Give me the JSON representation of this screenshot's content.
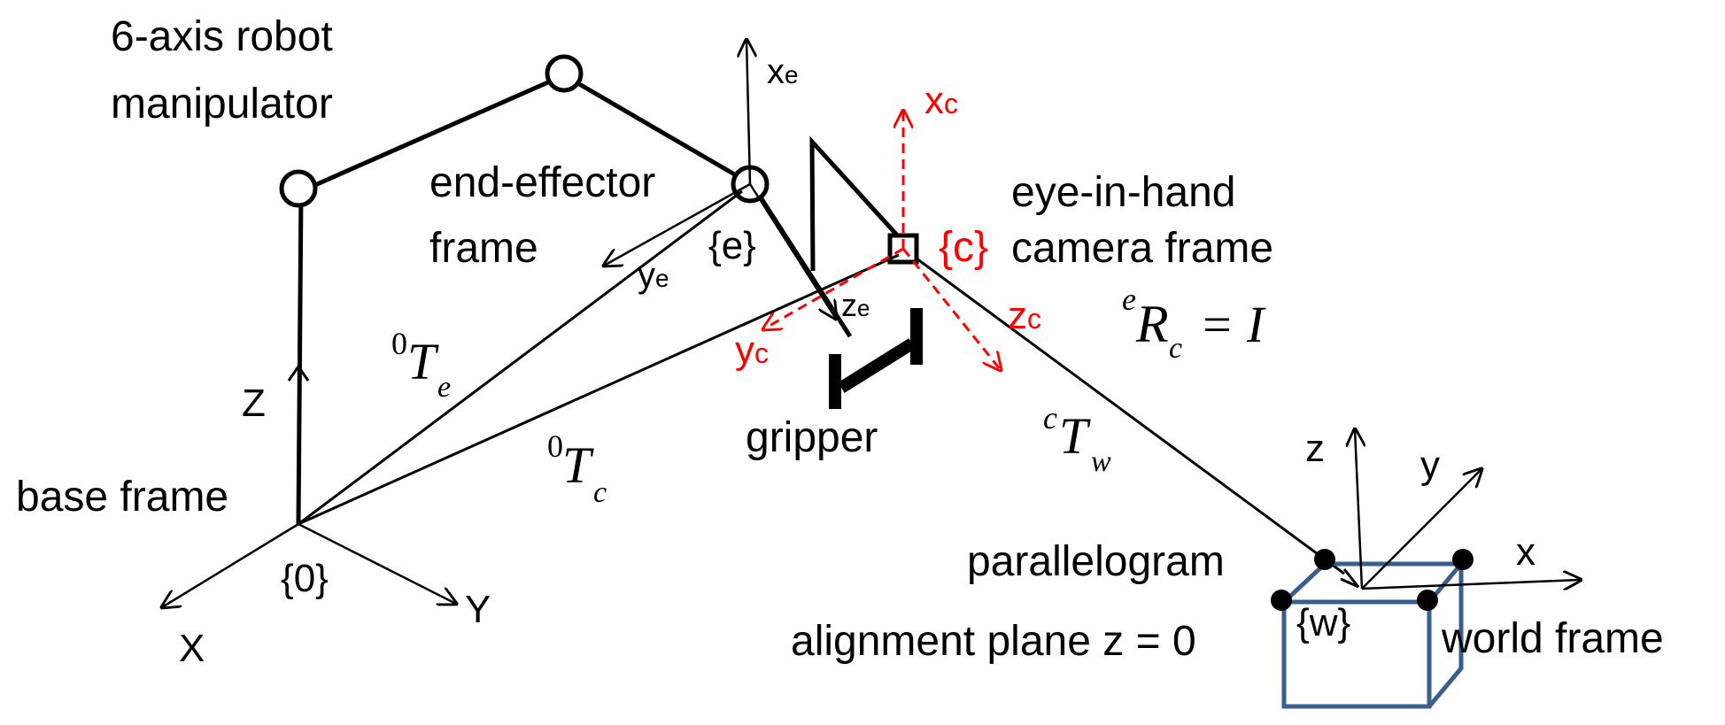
{
  "labels": {
    "robot_line1": "6-axis robot",
    "robot_line2": "manipulator",
    "end_effector_line1": "end-effector",
    "end_effector_line2": "frame",
    "frame_e": "{e}",
    "frame_c": "{c}",
    "frame_0": "{0}",
    "frame_w": "{w}",
    "camera_line1": "eye-in-hand",
    "camera_line2": "camera frame",
    "gripper": "gripper",
    "base_frame": "base frame",
    "parallelogram": "parallelogram",
    "alignment_plane": "alignment plane z = 0",
    "world_frame": "world frame"
  },
  "axes": {
    "base_X": "X",
    "base_Y": "Y",
    "base_Z": "Z",
    "xe_main": "x",
    "xe_sub": "e",
    "ye_main": "y",
    "ye_sub": "e",
    "ze_main": "z",
    "ze_sub": "e",
    "xc_main": "x",
    "xc_sub": "c",
    "yc_main": "y",
    "yc_sub": "c",
    "zc_main": "z",
    "zc_sub": "c",
    "world_x": "x",
    "world_y": "y",
    "world_z": "z"
  },
  "equations": {
    "T0e_sup": "0",
    "T0e_main": "T",
    "T0e_sub": "e",
    "T0c_sup": "0",
    "T0c_main": "T",
    "T0c_sub": "c",
    "Tcw_sup": "c",
    "Tcw_main": "T",
    "Tcw_sub": "w",
    "Rc_sup": "e",
    "Rc_main": "R",
    "Rc_sub": "c",
    "Rc_rhs": " = I"
  },
  "colors": {
    "camera_frame": "#ff0000",
    "box": "#3a5f8f",
    "ink": "#000000"
  }
}
